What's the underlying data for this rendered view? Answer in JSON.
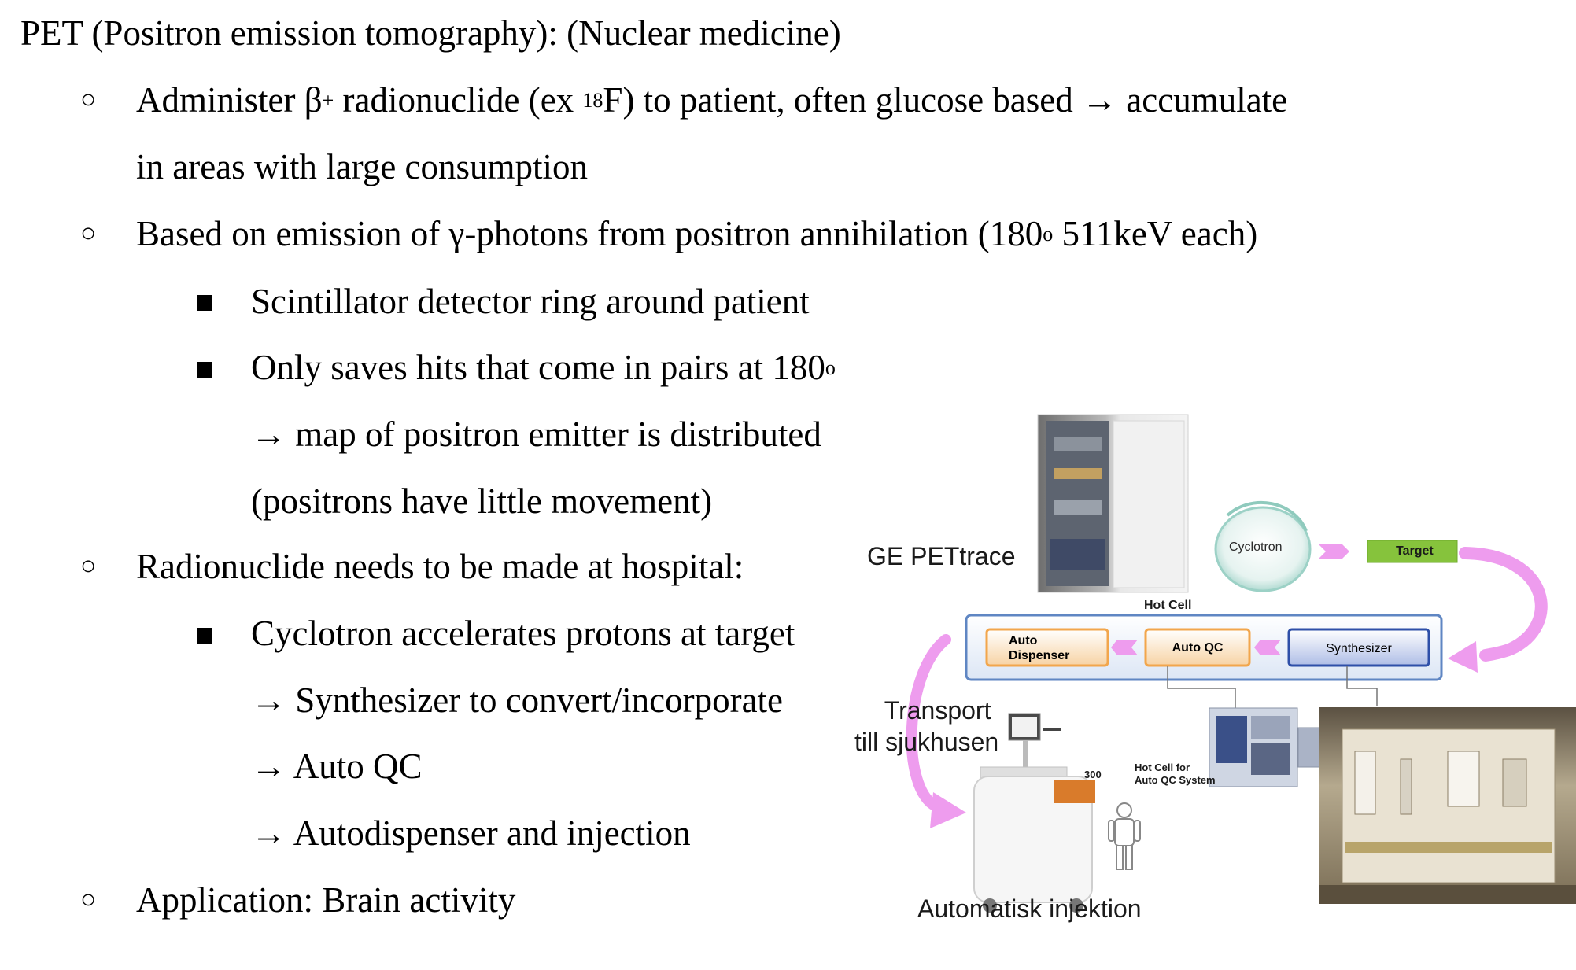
{
  "heading": "PET (Positron emission tomography): (Nuclear medicine)",
  "bullets": {
    "administer": {
      "pre": "Administer β",
      "sup1": "+",
      "mid": " radionuclide (ex ",
      "sup2": "18",
      "post": "F) to patient, often glucose based → accumulate",
      "line2": "in areas with large consumption"
    },
    "emission": {
      "pre": "Based on emission of γ-photons from positron annihilation (180",
      "sup": "o",
      "post": " 511keV each)"
    },
    "scintillator": "Scintillator detector ring around patient",
    "pairs": {
      "pre": " Only saves hits that come in pairs at 180",
      "sup": "o",
      "line2": "→ map of positron emitter is distributed",
      "line3": "(positrons have little movement)"
    },
    "radionuclide": "Radionuclide needs to be made at hospital:",
    "cyclotron": {
      "line1": "Cyclotron accelerates protons at target",
      "line2": "→ Synthesizer to convert/incorporate",
      "line3": "→ Auto QC",
      "line4": "→ Autodispenser and injection"
    },
    "application": "Application: Brain activity"
  },
  "diagram": {
    "ge_label": "GE PETtrace",
    "cyclotron": "Cyclotron",
    "target": "Target",
    "hot_cell": "Hot Cell",
    "auto_dispenser_1": "Auto",
    "auto_dispenser_2": "Dispenser",
    "auto_qc": "Auto QC",
    "synthesizer": "Synthesizer",
    "transport_1": "Transport",
    "transport_2": "till sjukhusen",
    "hot_cell_qc_1": "Hot Cell for",
    "hot_cell_qc_2": "Auto QC System",
    "device_num": "300",
    "auto_inject": "Automatisk injektion"
  },
  "colors": {
    "arrow_pink": "#EE9CEE",
    "target_green": "#86C33C",
    "hot_cell_border": "#5F86C3",
    "box_orange": "#F2A64C",
    "synth_blue": "#2E4FA8"
  }
}
